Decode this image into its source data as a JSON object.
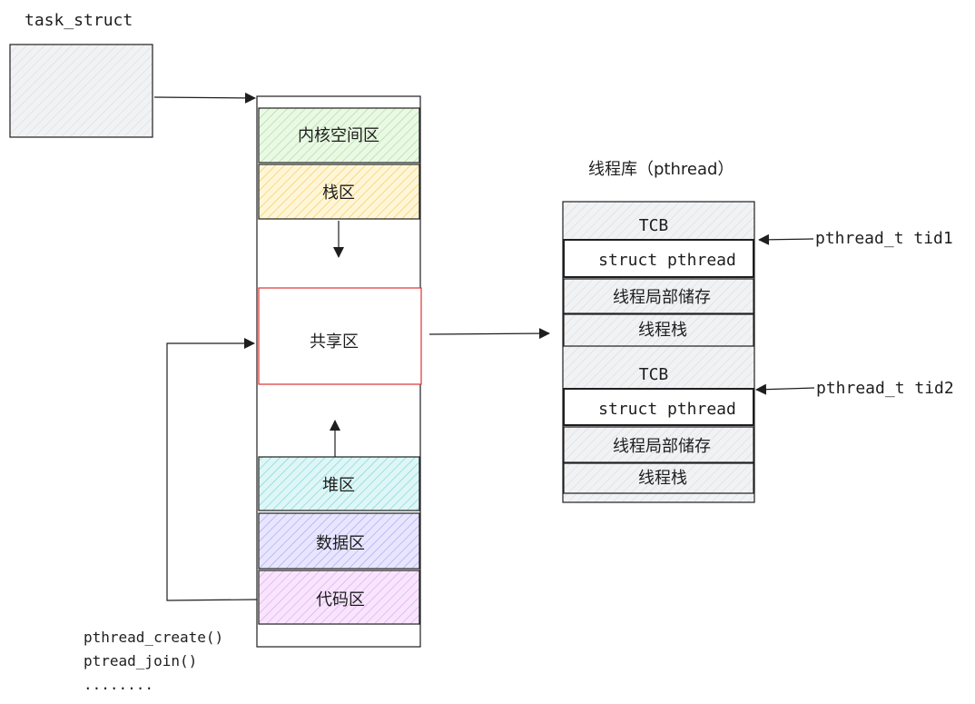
{
  "task_struct": {
    "label": "task_struct"
  },
  "memory": {
    "regions": {
      "kernel": "内核空间区",
      "stack": "栈区",
      "shared": "共享区",
      "heap": "堆区",
      "data": "数据区",
      "code": "代码区"
    },
    "colors": {
      "kernel": "#b2f2bb",
      "stack": "#ffec99",
      "shared": "#ffffff",
      "shared_border": "#e03131",
      "heap": "#99e9f2",
      "data": "#b0a7f4",
      "code": "#eebefa",
      "outline": "#1e1e1e"
    }
  },
  "api": {
    "lines": [
      "pthread_create()",
      "ptread_join()",
      "........"
    ]
  },
  "library": {
    "title": "线程库（pthread）",
    "blocks": [
      {
        "tcb": "TCB",
        "struct": "struct pthread",
        "tls": "线程局部储存",
        "stack": "线程栈"
      },
      {
        "tcb": "TCB",
        "struct": "struct pthread",
        "tls": "线程局部储存",
        "stack": "线程栈"
      }
    ],
    "handles": [
      "pthread_t tid1",
      "pthread_t tid2"
    ]
  }
}
